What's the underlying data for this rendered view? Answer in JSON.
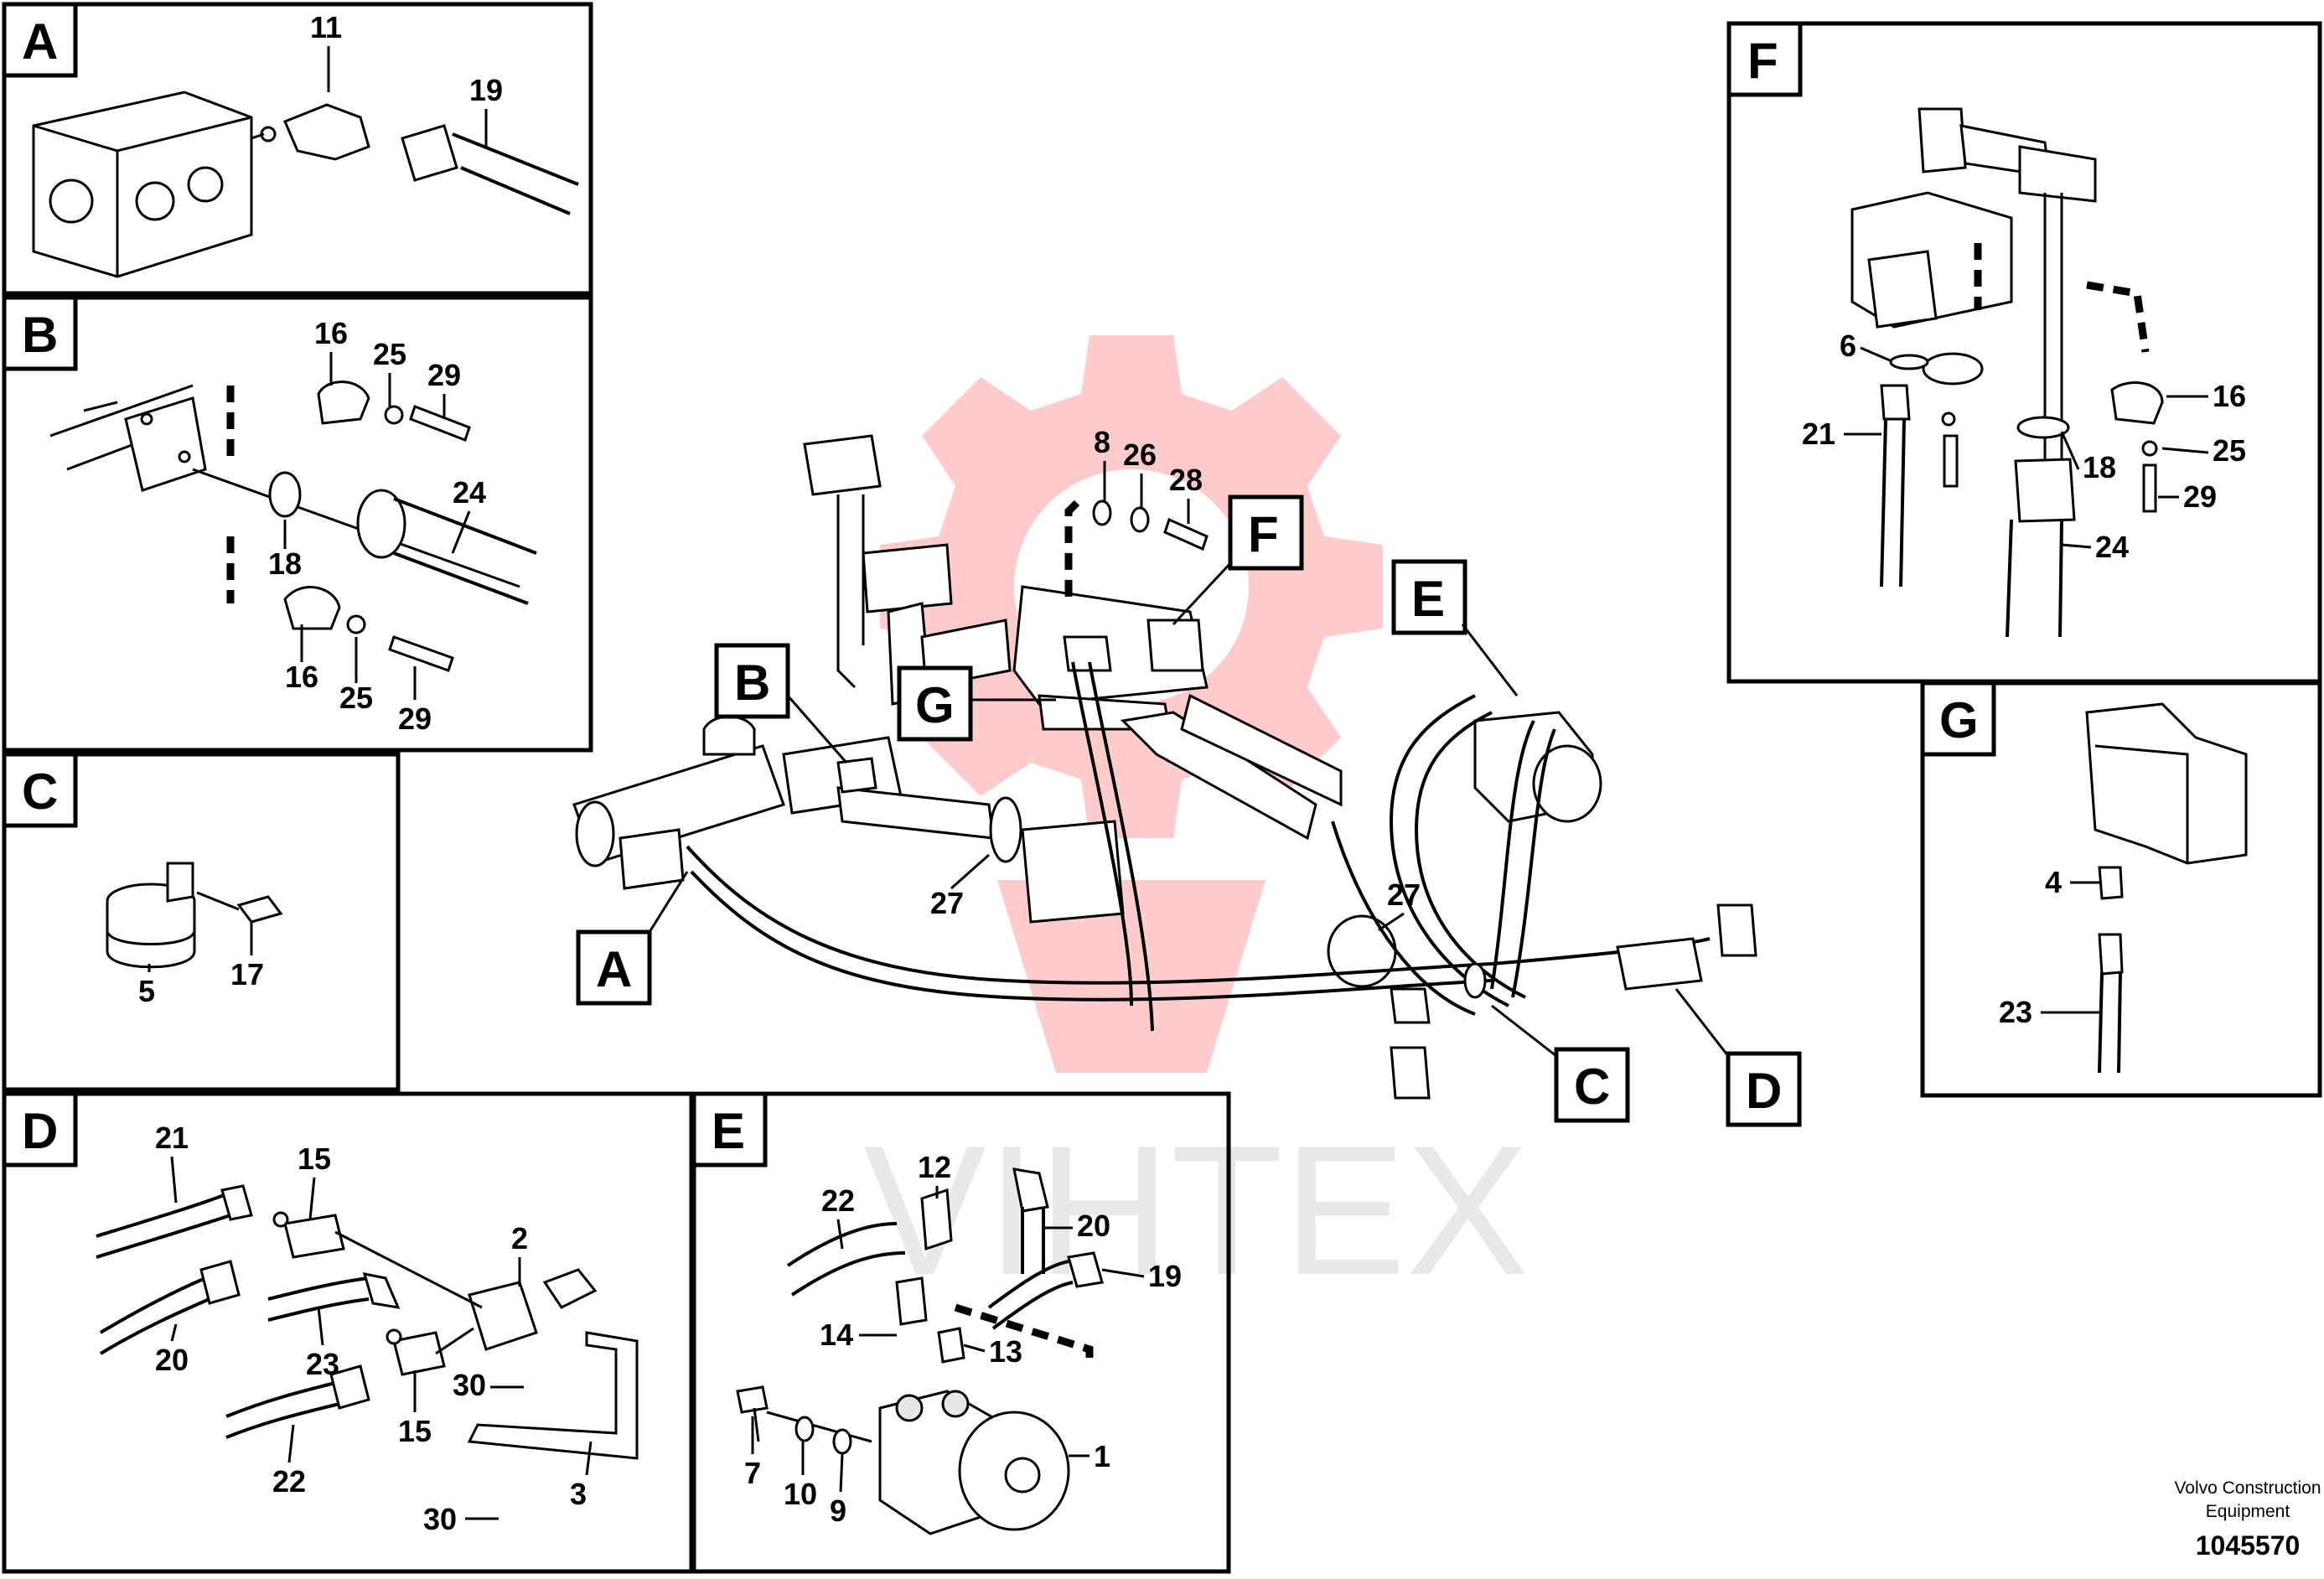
{
  "panels": {
    "A": {
      "label": "A",
      "callouts": [
        "11",
        "19"
      ]
    },
    "B": {
      "label": "B",
      "callouts": [
        "16",
        "25",
        "29",
        "24",
        "18",
        "16",
        "25",
        "29"
      ]
    },
    "C": {
      "label": "C",
      "callouts": [
        "5",
        "17"
      ]
    },
    "D": {
      "label": "D",
      "callouts": [
        "21",
        "15",
        "2",
        "20",
        "23",
        "30",
        "15",
        "22",
        "3",
        "30"
      ]
    },
    "E": {
      "label": "E",
      "callouts": [
        "12",
        "22",
        "20",
        "19",
        "14",
        "13",
        "7",
        "10",
        "9",
        "1"
      ]
    },
    "F": {
      "label": "F",
      "callouts": [
        "6",
        "16",
        "21",
        "25",
        "18",
        "29",
        "24"
      ]
    },
    "G": {
      "label": "G",
      "callouts": [
        "4",
        "23"
      ]
    }
  },
  "main": {
    "tags": [
      "A",
      "B",
      "C",
      "D",
      "E",
      "F",
      "G"
    ],
    "callouts": [
      "8",
      "26",
      "28",
      "27",
      "27"
    ]
  },
  "watermark": {
    "text": "VIHTEX",
    "color": "#ff9a9a"
  },
  "footer": {
    "company_line1": "Volvo Construction",
    "company_line2": "Equipment",
    "drawing_number": "1045570"
  }
}
